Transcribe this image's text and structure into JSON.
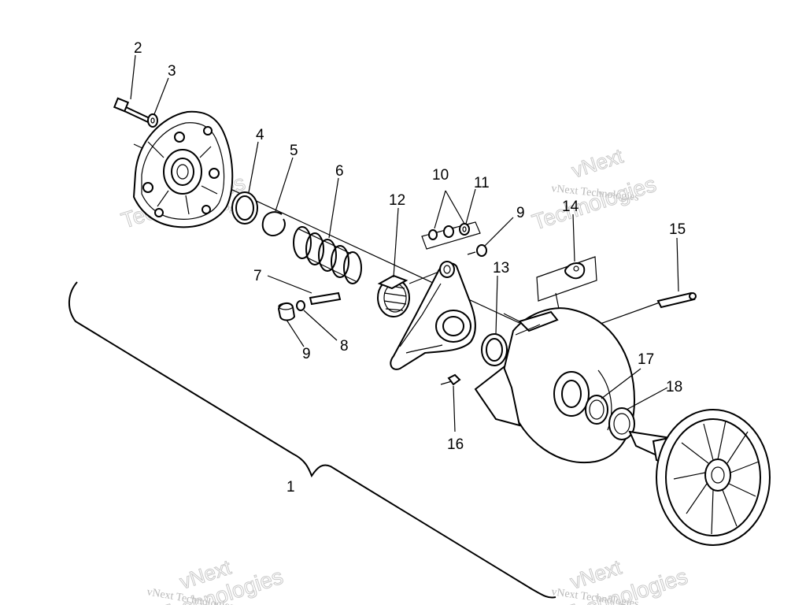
{
  "diagram": {
    "callouts": [
      "1",
      "2",
      "3",
      "4",
      "5",
      "6",
      "7",
      "8",
      "9",
      "9",
      "10",
      "11",
      "12",
      "13",
      "14",
      "15",
      "16",
      "17",
      "18"
    ],
    "watermark": {
      "brand": "vNext",
      "company": "vNext Technologies",
      "word": "Technologies"
    }
  }
}
